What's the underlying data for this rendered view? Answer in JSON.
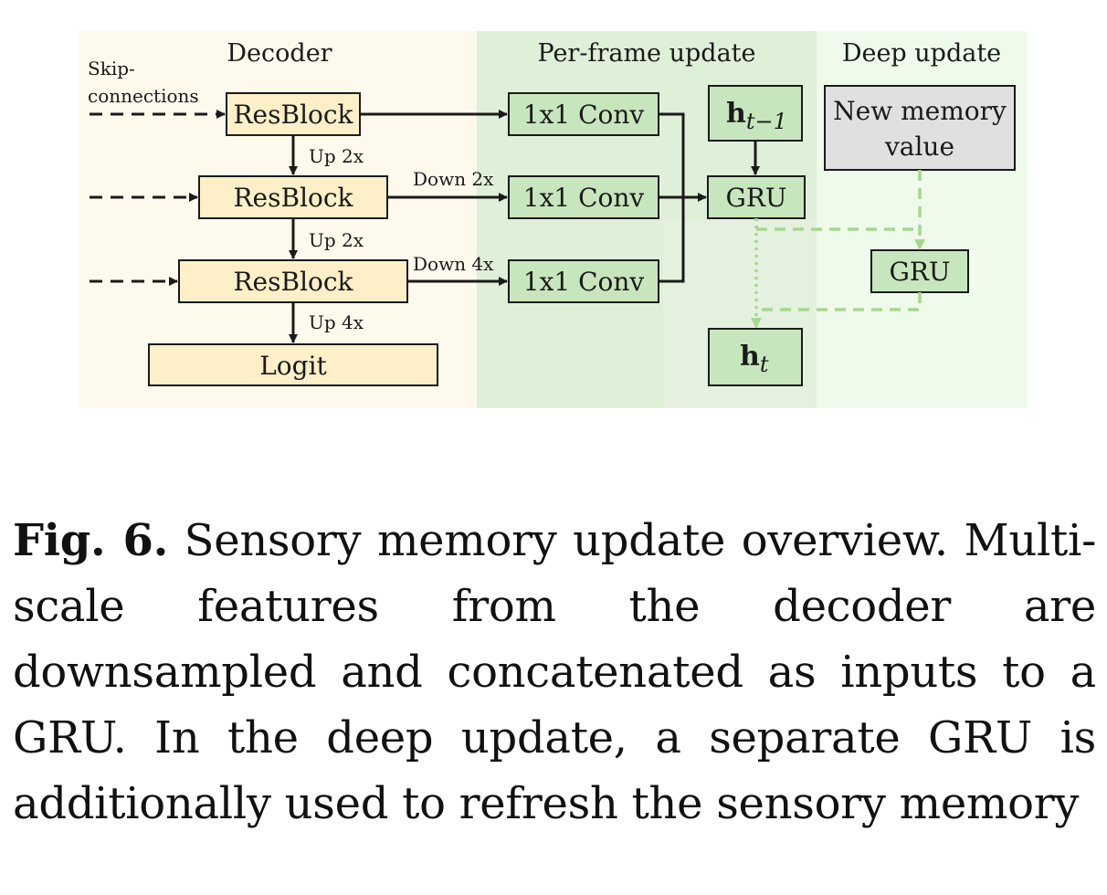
{
  "diagram": {
    "sections": {
      "decoder": "Decoder",
      "per_frame": "Per-frame update",
      "deep": "Deep update"
    },
    "skip_label_line1": "Skip-",
    "skip_label_line2": "connections",
    "resblock": "ResBlock",
    "logit": "Logit",
    "conv": "1x1 Conv",
    "gru": "GRU",
    "h_symbol": "h",
    "h_prev_subscript": "t−1",
    "h_next_subscript": "t",
    "new_memory_line1": "New memory",
    "new_memory_line2": "value",
    "up_2x": "Up 2x",
    "up_4x": "Up 4x",
    "down_2x": "Down 2x",
    "down_4x": "Down 4x",
    "colors": {
      "decoder_bg": "#fdf9ec",
      "per_frame_bg": "#dff0d8",
      "per_frame_inner_bg": "#e4f1de",
      "deep_bg": "#eefbea",
      "resblock_fill": "#fdf0c8",
      "conv_fill": "#c8e6bd",
      "memory_fill": "#e0e0e0",
      "dashed_green": "#a5d88f",
      "stroke": "#1a1a1a"
    }
  },
  "caption": {
    "label": "Fig. 6.",
    "text": "Sensory memory update overview. Multi-scale features from the decoder are downsampled and concatenated as inputs to a GRU. In the deep update, a separate GRU is additionally used to refresh the sensory memory"
  }
}
